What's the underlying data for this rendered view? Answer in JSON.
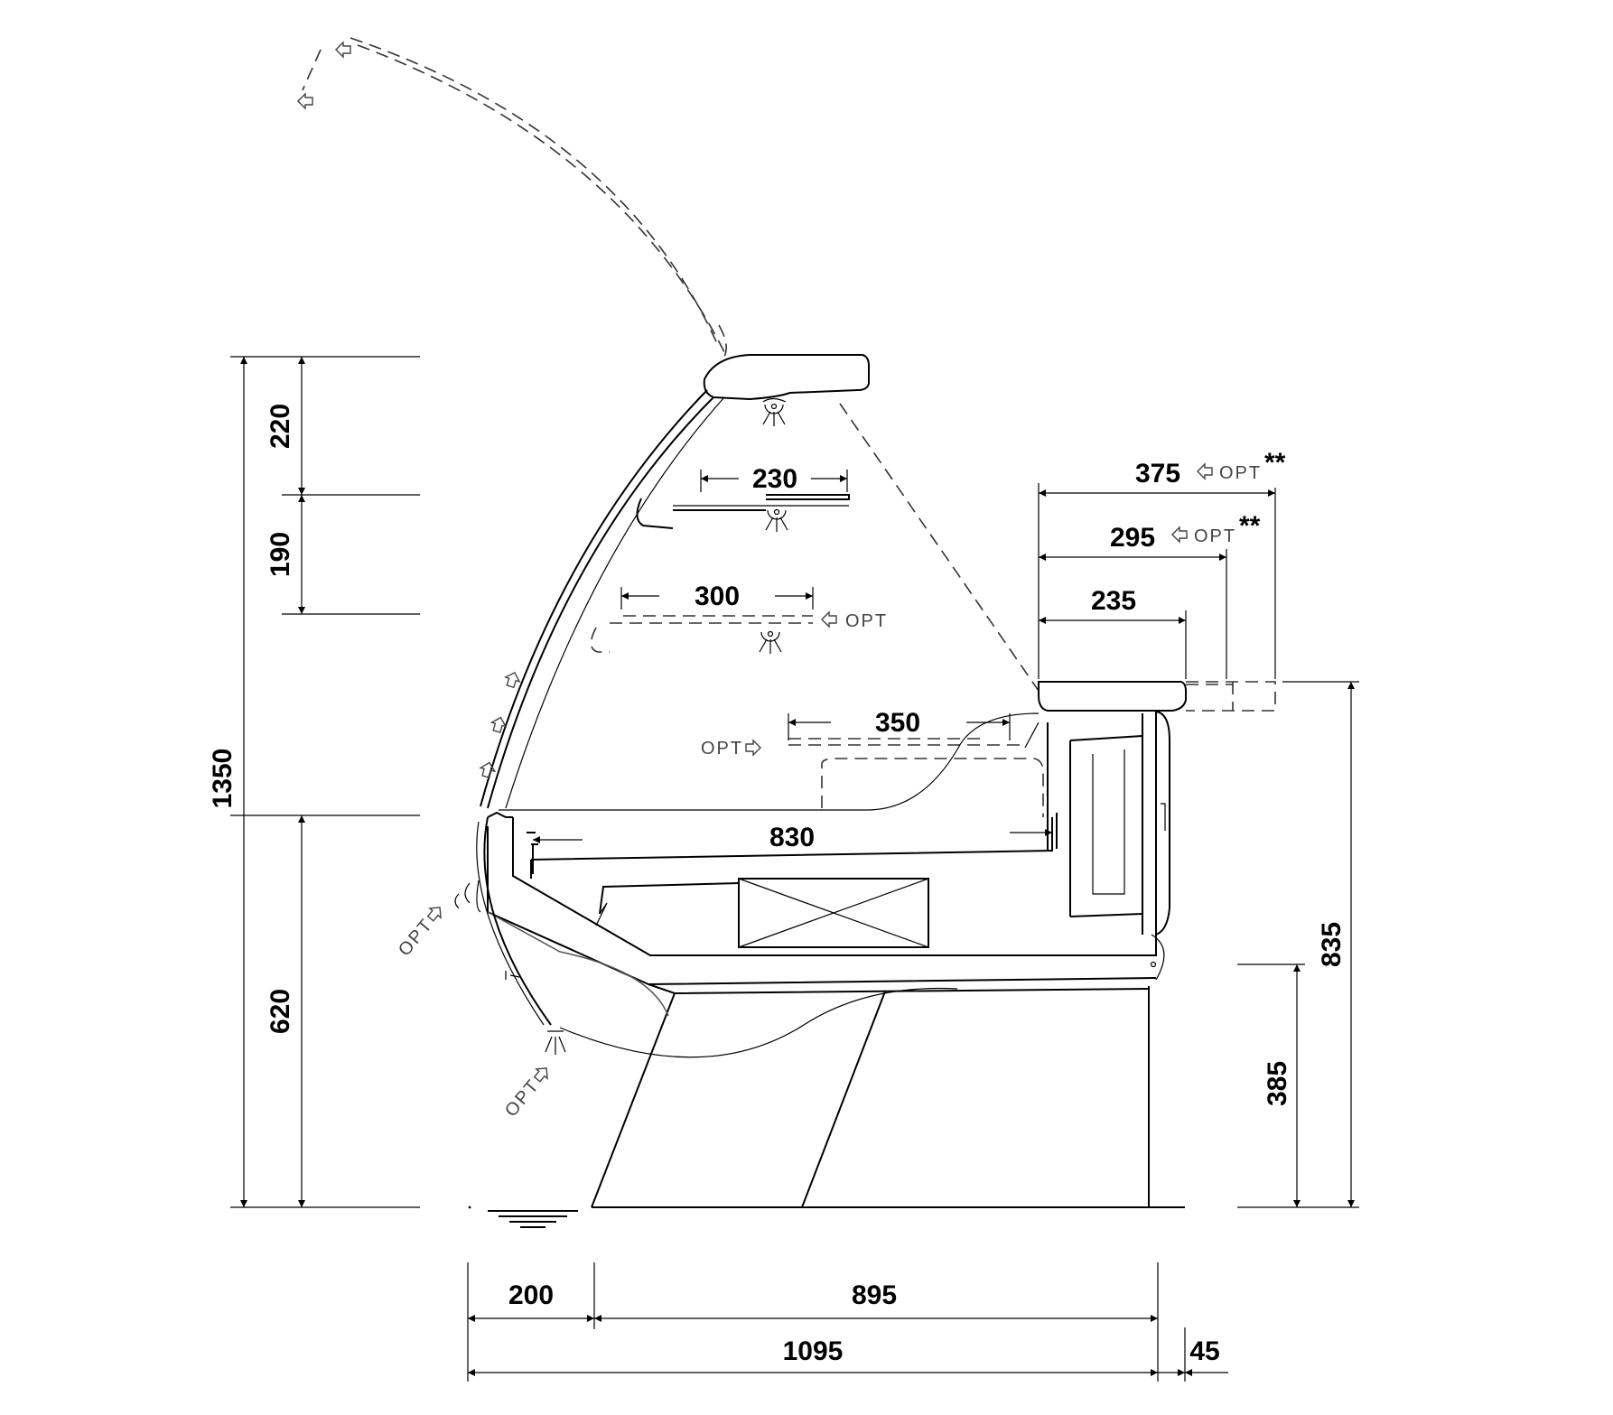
{
  "dimensions": {
    "h_220": "220",
    "h_190": "190",
    "h_1350": "1350",
    "h_620": "620",
    "h_835": "835",
    "h_385": "385",
    "w_230": "230",
    "w_300": "300",
    "w_350": "350",
    "w_830": "830",
    "w_375": "375",
    "w_295": "295",
    "w_235": "235",
    "w_200": "200",
    "w_895": "895",
    "w_1095": "1095",
    "w_45": "45"
  },
  "labels": {
    "opt": "OPT",
    "double_star": "**"
  }
}
